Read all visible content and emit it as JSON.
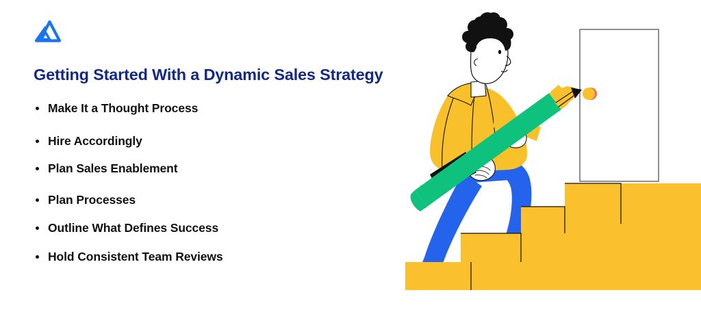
{
  "brand": {
    "logo_icon": "mountain-logo-icon",
    "logo_color": "#1a73f0"
  },
  "header": {
    "title": "Getting Started With a Dynamic Sales Strategy",
    "title_color": "#122a86"
  },
  "list": {
    "bullet_color": "#111111",
    "items": [
      {
        "label": "Make It a Thought Process"
      },
      {
        "label": "Hire Accordingly"
      },
      {
        "label": "Plan Sales Enablement"
      },
      {
        "label": "Plan Processes"
      },
      {
        "label": "Outline What Defines Success"
      },
      {
        "label": "Hold Consistent Team Reviews"
      }
    ]
  },
  "illustration": {
    "name": "person-climbing-stairs-with-pencil-illustration",
    "parts": [
      {
        "name": "whiteboard-outline"
      },
      {
        "name": "staircase"
      },
      {
        "name": "person-figure"
      },
      {
        "name": "giant-pencil"
      }
    ],
    "colors": {
      "stairs": "#fbc02d",
      "stairs_alt": "#ffc72c",
      "jacket": "#f8c12c",
      "pants": "#2463eb",
      "pencil_body": "#0ec27e",
      "pencil_wood": "#f8c12c",
      "shoes": "#ef6a4a",
      "hair": "#111111",
      "skin": "#ffffff",
      "outline": "#111111",
      "board_line": "#555555"
    }
  },
  "canvas": {
    "background": "#ffffff",
    "width": "1024",
    "height": "475"
  }
}
